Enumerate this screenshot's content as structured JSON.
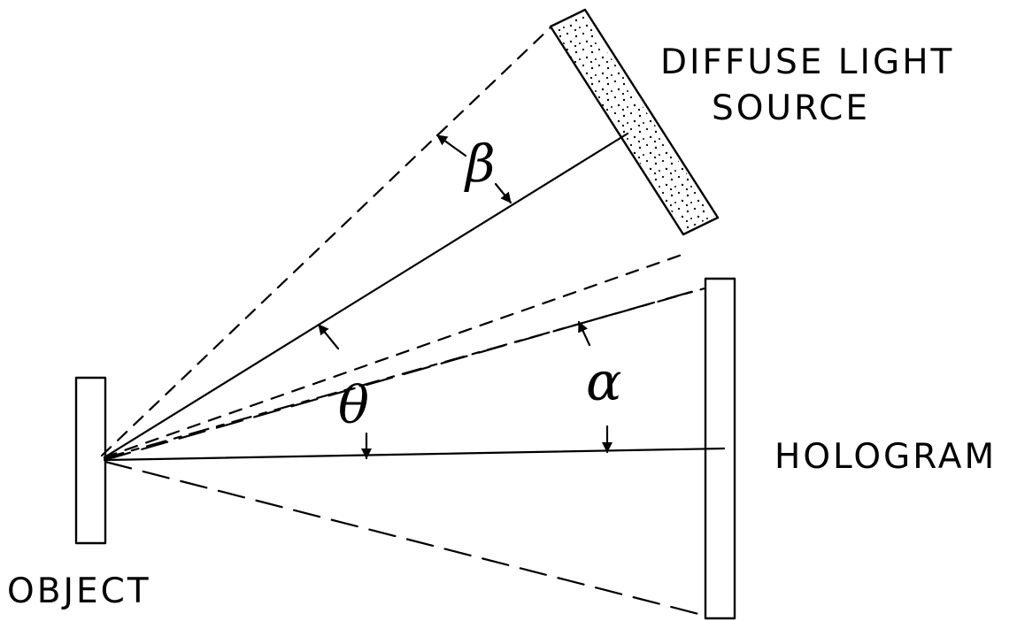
{
  "labels": {
    "diffuse_light_source_line1": "DIFFUSE  LIGHT",
    "diffuse_light_source_line2": "SOURCE",
    "hologram": "HOLOGRAM",
    "object": "OBJECT"
  },
  "angles": {
    "beta": "β",
    "theta": "θ",
    "alpha": "α"
  }
}
